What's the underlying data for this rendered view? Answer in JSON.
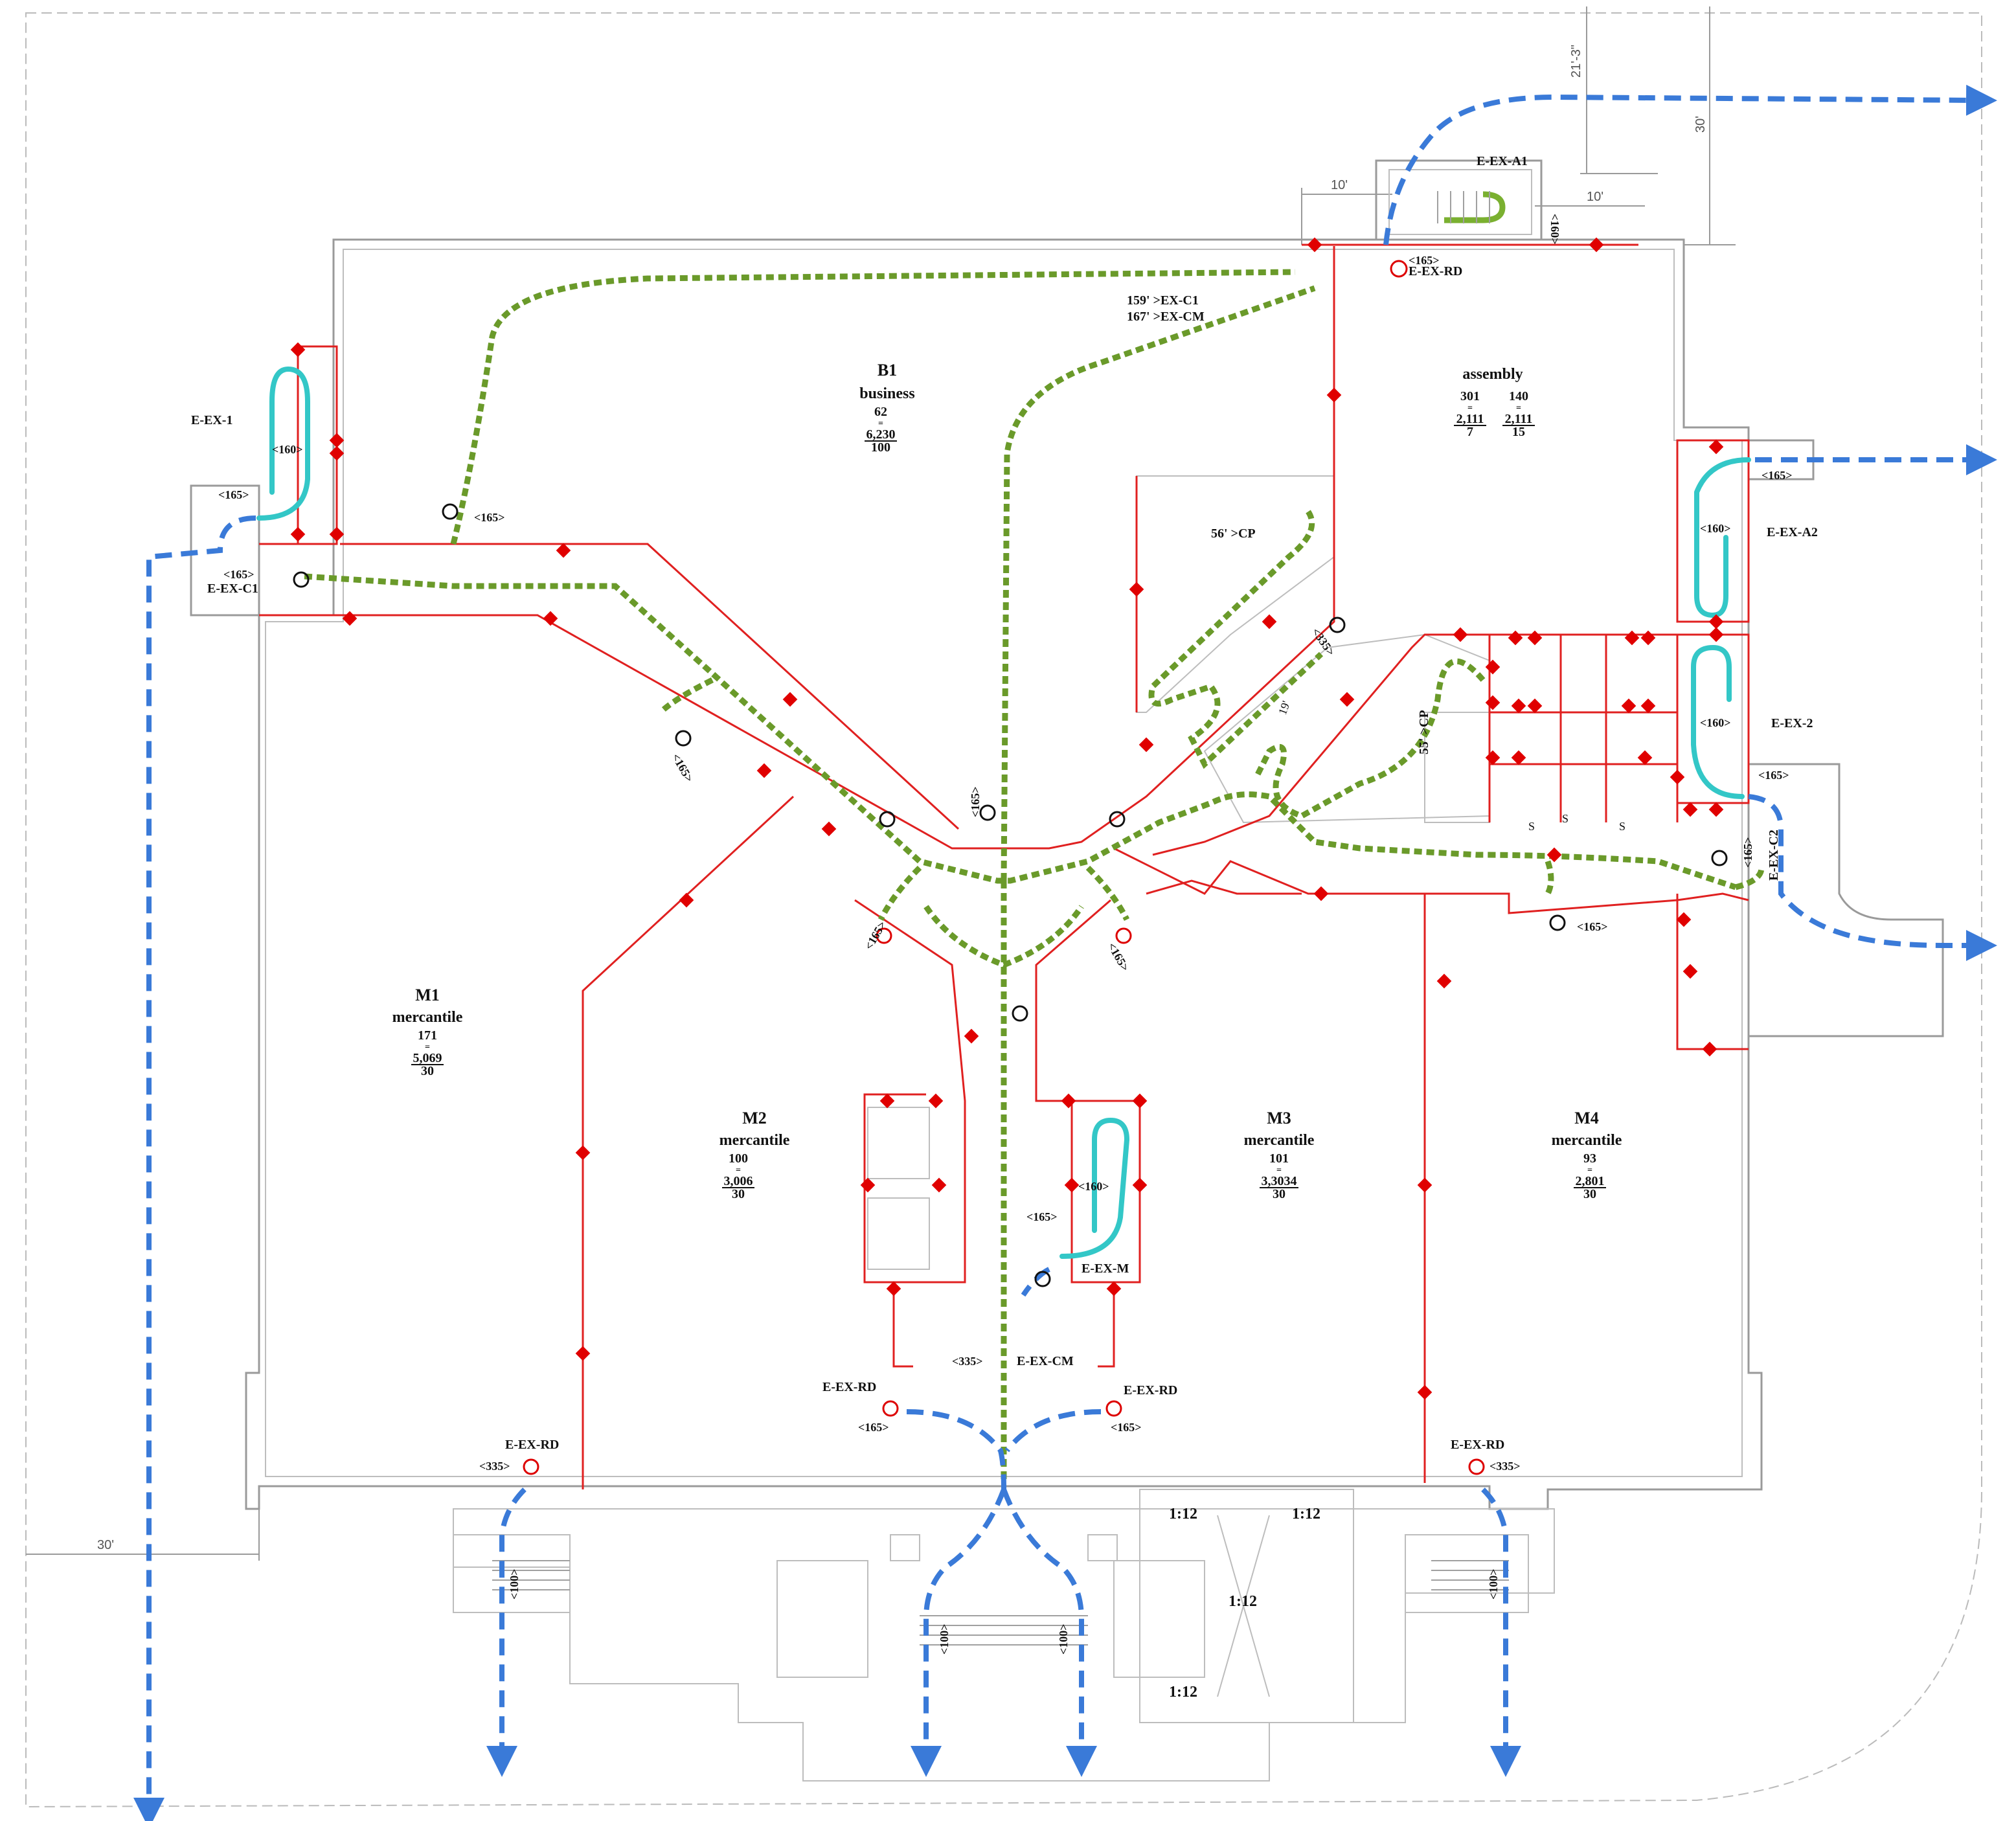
{
  "rooms": [
    {
      "id": "b1",
      "name": "B1",
      "use": "business",
      "num": "62",
      "eq": "=",
      "area": "6,230",
      "factor": "100"
    },
    {
      "id": "asm",
      "name": "",
      "use": "assembly",
      "num": "301",
      "eq": "=",
      "area": "2,111",
      "factor": "7",
      "num2": "140",
      "eq2": "=",
      "area2": "2,111",
      "factor2": "15"
    },
    {
      "id": "m1",
      "name": "M1",
      "use": "mercantile",
      "num": "171",
      "eq": "=",
      "area": "5,069",
      "factor": "30"
    },
    {
      "id": "m2",
      "name": "M2",
      "use": "mercantile",
      "num": "100",
      "eq": "=",
      "area": "3,006",
      "factor": "30"
    },
    {
      "id": "m3",
      "name": "M3",
      "use": "mercantile",
      "num": "101",
      "eq": "=",
      "area": "3,3034",
      "factor": "30"
    },
    {
      "id": "m4",
      "name": "M4",
      "use": "mercantile",
      "num": "93",
      "eq": "=",
      "area": "2,801",
      "factor": "30"
    }
  ],
  "exits": {
    "ex1": "E-EX-1",
    "exa1": "E-EX-A1",
    "exa2": "E-EX-A2",
    "ex2": "E-EX-2",
    "exc1": "E-EX-C1",
    "exc2": "E-EX-C2",
    "exm": "E-EX-M",
    "excm": "E-EX-CM",
    "exrd_top": "E-EX-RD",
    "exrd_left": "E-EX-RD",
    "exrd_right": "E-EX-RD",
    "exrd_bl": "E-EX-RD",
    "exrd_br": "E-EX-RD"
  },
  "capacities": {
    "c165": "<165>",
    "c160": "<160>",
    "c335": "<335>",
    "c100": "<100>"
  },
  "travel_notes": {
    "t1": "159' >EX-C1",
    "t2": "167' >EX-CM",
    "t3": "56' >CP",
    "t4": "55' >CP",
    "t5": "19'"
  },
  "ramps": [
    "1:12",
    "1:12",
    "1:12",
    "1:12"
  ],
  "dimensions": {
    "d1": "21'-3\"",
    "d2": "30'",
    "d3": "10'",
    "d4": "10'",
    "d5": "30'"
  },
  "restroom_marks": [
    "S",
    "S",
    "S"
  ],
  "colors": {
    "separation": "#e02020",
    "egress_path": "#6a9a2a",
    "exit_route": "#3a7ad8",
    "stair": "#33c7c7"
  }
}
